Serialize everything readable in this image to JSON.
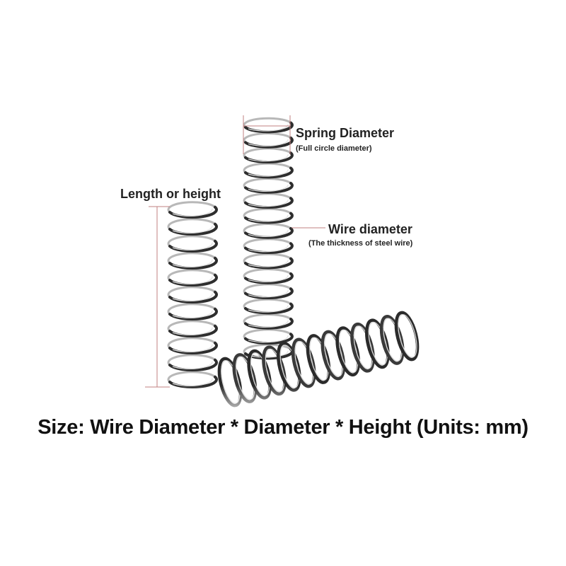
{
  "labels": {
    "length": "Length or height",
    "spring_diameter": "Spring Diameter",
    "spring_diameter_note": "(Full circle diameter)",
    "wire_diameter": "Wire diameter",
    "wire_diameter_note": "(The thickness of steel wire)"
  },
  "caption": "Size: Wire Diameter * Diameter * Height (Units: mm)",
  "colors": {
    "background": "#ffffff",
    "text": "#111111",
    "dimension_line": "#c08080",
    "spring_dark": "#2e2e2e",
    "spring_light": "#b8b8b8"
  }
}
